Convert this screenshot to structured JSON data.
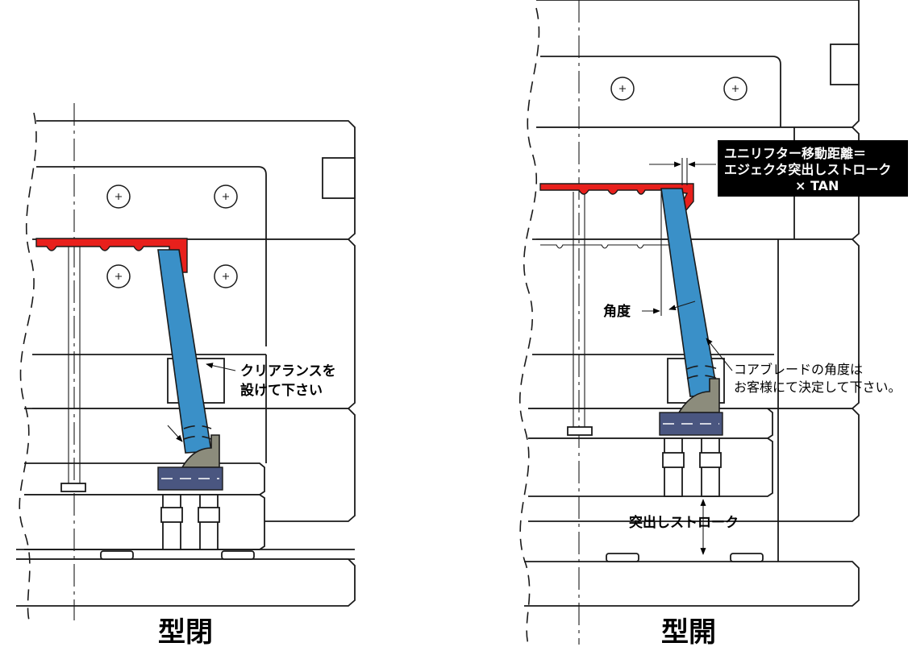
{
  "left_view": {
    "caption": "型閉",
    "callout_clearance": [
      "クリアランスを",
      "設けて下さい"
    ]
  },
  "right_view": {
    "caption": "型開",
    "callout_movement": [
      "ユニリフター移動距離＝",
      "エジェクタ突出しストローク",
      "× TAN"
    ],
    "label_angle": "角度",
    "callout_core_blade": [
      "コアブレードの角度は",
      "お客様にて決定して下さい。"
    ],
    "label_stroke": "突出しストローク"
  },
  "colors": {
    "core_red": "#e8201c",
    "blade_blue": "#3a90c8",
    "holder_gray": "#8c8c7c",
    "bushing_navy": "#4a5680",
    "callout_box": "#000000"
  }
}
